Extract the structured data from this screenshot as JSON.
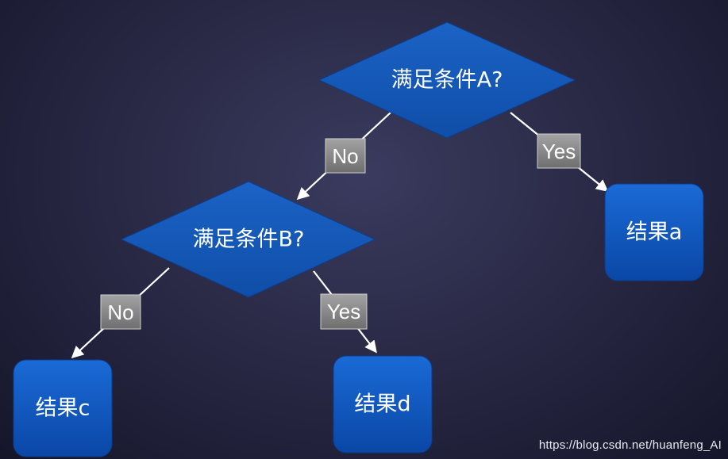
{
  "nodes": {
    "decision_a": "满足条件A?",
    "decision_b": "满足条件B?",
    "result_a": "结果a",
    "result_c": "结果c",
    "result_d": "结果d"
  },
  "edge_labels": {
    "a_no": "No",
    "a_yes": "Yes",
    "b_no": "No",
    "b_yes": "Yes"
  },
  "watermark": "https://blog.csdn.net/huanfeng_AI",
  "colors": {
    "diamond": "#1559b8",
    "result_box": "#0f56c2",
    "label_box": "#8a8a8a",
    "arrow": "#ffffff"
  }
}
